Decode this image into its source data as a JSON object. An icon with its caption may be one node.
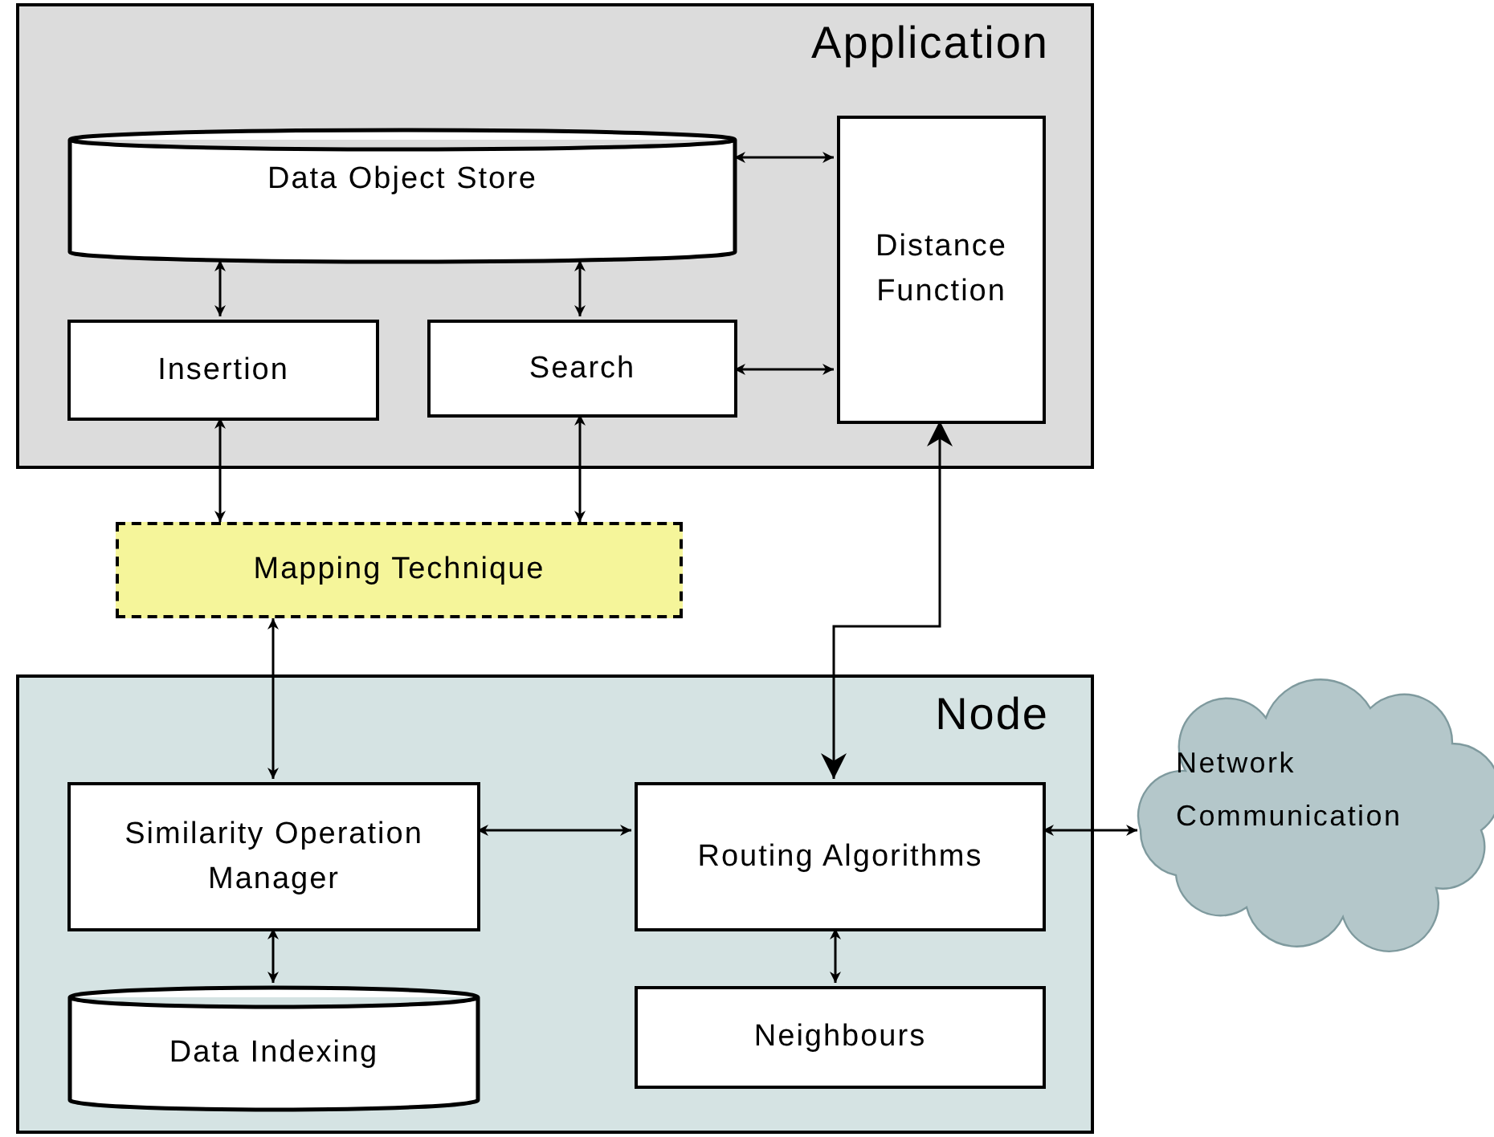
{
  "diagram": {
    "nodes": [
      {
        "text": [
          "Application"
        ]
      },
      {
        "text": [
          "Data Object Store"
        ],
        "in": 0
      },
      {
        "text": [
          "Distance Function"
        ],
        "in": 0
      },
      {
        "text": [
          "Insertion"
        ],
        "in": 0
      },
      {
        "text": [
          "Search"
        ],
        "in": 0
      },
      {
        "text": [
          "Mapping Technique"
        ]
      },
      {
        "text": [
          "Node"
        ]
      },
      {
        "text": [
          "Similarity Operation Manager"
        ],
        "in": 6
      },
      {
        "text": [
          "Routing Algorithms"
        ],
        "in": 6
      },
      {
        "text": [
          "Data Indexing"
        ],
        "in": 6
      },
      {
        "text": [
          "Neighbours"
        ],
        "in": 6
      },
      {
        "text": [
          "Network Communication"
        ]
      }
    ],
    "edges": [
      {
        "from": 1,
        "to": 3,
        "arrow": "both"
      },
      {
        "from": 1,
        "to": 4,
        "arrow": "both"
      },
      {
        "from": 1,
        "to": 2,
        "arrow": "both"
      },
      {
        "from": 4,
        "to": 2,
        "arrow": "both"
      },
      {
        "from": 3,
        "to": 5,
        "arrow": "both"
      },
      {
        "from": 4,
        "to": 5,
        "arrow": "both"
      },
      {
        "from": 5,
        "to": 7,
        "arrow": "both"
      },
      {
        "from": 8,
        "to": 2,
        "arrow": "both"
      },
      {
        "from": 7,
        "to": 8,
        "arrow": "both"
      },
      {
        "from": 8,
        "to": 11,
        "arrow": "both"
      },
      {
        "from": 7,
        "to": 9,
        "arrow": "both"
      },
      {
        "from": 8,
        "to": 10,
        "arrow": "both"
      }
    ]
  }
}
